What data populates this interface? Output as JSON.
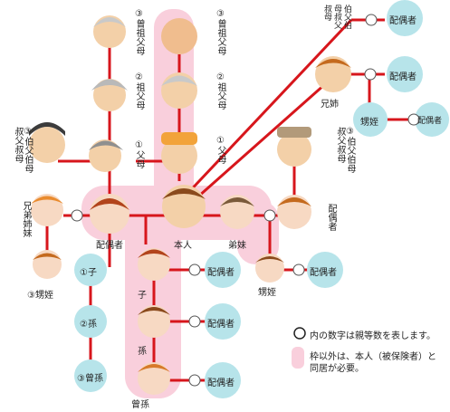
{
  "colors": {
    "line": "#d7161c",
    "circle_fill": "#b7e4ea",
    "pink_band": "#f9cfdc",
    "text": "#222222"
  },
  "nodes": {
    "honnin": "本人",
    "haiguusha_main": "配偶者",
    "ko": "子",
    "mago": "孫",
    "himago": "曾孫",
    "kyoudai_left": "兄弟姉妹",
    "oitte_left": "③甥姪",
    "ane": "兄姉",
    "oime_right1": "甥姪",
    "otouto": "弟妹",
    "oime_right2": "甥姪",
    "chichihaha": "①父母",
    "sofubo": "②祖父母",
    "sousofubo": "③曾祖父母",
    "gi_chichihaha": "①父母",
    "gi_sofubo": "②祖父母",
    "gi_sousofubo": "③曾祖父母",
    "oji_left": "③伯父伯母叔父叔母",
    "oji_right": "③伯父伯母叔父叔母",
    "oji_top": "伯父伯母叔父叔母",
    "haiguusha_otouto": "配偶者",
    "spouse_label": "配偶者"
  },
  "circles": {
    "c1": "①",
    "c2": "②",
    "c3": "③",
    "ko": "①子",
    "mago": "②孫",
    "himago": "③曾孫"
  },
  "legend": {
    "circle_text": "内の数字は親等数を表します。",
    "band_text_1": "枠以外は、本人（被保険者）と",
    "band_text_2": "同居が必要。"
  }
}
